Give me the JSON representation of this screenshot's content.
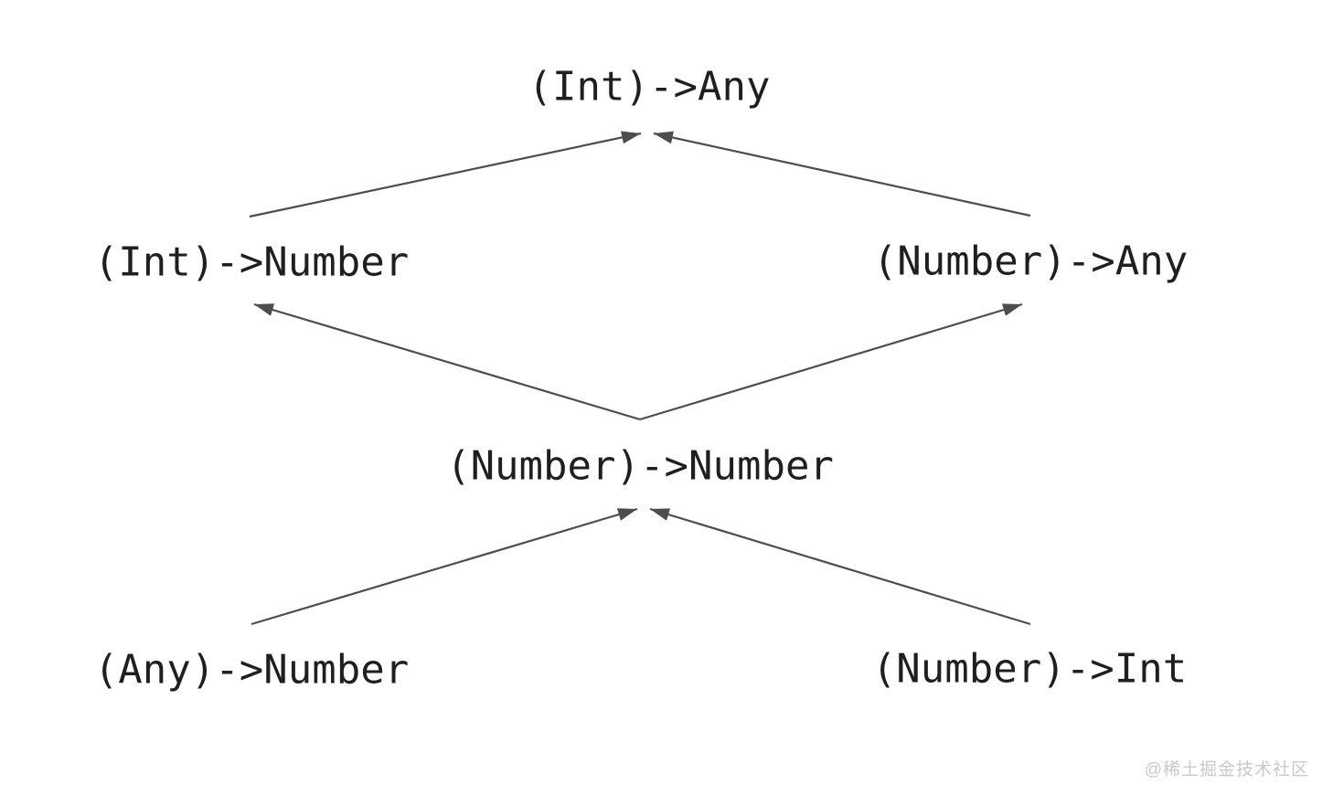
{
  "diagram": {
    "nodes": [
      {
        "id": "int-any",
        "label": "(Int)->Any"
      },
      {
        "id": "int-number",
        "label": "(Int)->Number"
      },
      {
        "id": "number-any",
        "label": "(Number)->Any"
      },
      {
        "id": "number-number",
        "label": "(Number)->Number"
      },
      {
        "id": "any-number",
        "label": "(Any)->Number"
      },
      {
        "id": "number-int",
        "label": "(Number)->Int"
      }
    ],
    "edges": [
      {
        "from": "(Int)->Number",
        "to": "(Int)->Any"
      },
      {
        "from": "(Number)->Any",
        "to": "(Int)->Any"
      },
      {
        "from": "(Number)->Number",
        "to": "(Int)->Number"
      },
      {
        "from": "(Number)->Number",
        "to": "(Number)->Any"
      },
      {
        "from": "(Any)->Number",
        "to": "(Number)->Number"
      },
      {
        "from": "(Number)->Int",
        "to": "(Number)->Number"
      }
    ]
  },
  "watermark": {
    "text": "@稀土掘金技术社区"
  },
  "colors": {
    "background": "#ffffff",
    "node_text": "#1f1f1f",
    "arrow": "#4d4d4d",
    "watermark": "#c9c9c9"
  }
}
